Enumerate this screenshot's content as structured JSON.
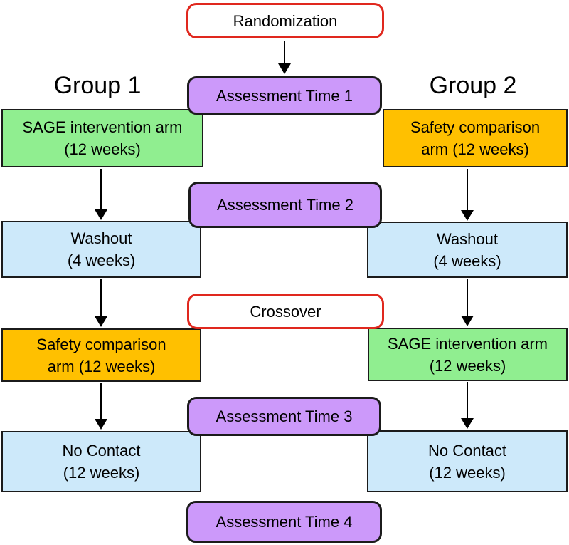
{
  "palette": {
    "assessment_fill": "#CC99FA",
    "intervention_fill": "#90EE90",
    "comparison_fill": "#FFC000",
    "rest_fill": "#CDE9FA",
    "milestone_border": "#E0281E",
    "box_border": "#1B1B1B",
    "text": "#000000",
    "background": "#FFFFFF"
  },
  "headers": {
    "group1": "Group 1",
    "group2": "Group 2"
  },
  "milestones": {
    "randomization": "Randomization",
    "crossover": "Crossover"
  },
  "assessments": {
    "time1": "Assessment Time 1",
    "time2": "Assessment Time 2",
    "time3": "Assessment Time 3",
    "time4": "Assessment Time 4"
  },
  "group1": {
    "phase1": {
      "line1": "SAGE intervention arm",
      "line2": "(12 weeks)"
    },
    "washout": {
      "line1": "Washout",
      "line2": "(4 weeks)"
    },
    "phase2": {
      "line1": "Safety comparison",
      "line2": "arm (12 weeks)"
    },
    "phase3": {
      "line1": "No Contact",
      "line2": "(12 weeks)"
    }
  },
  "group2": {
    "phase1": {
      "line1": "Safety comparison",
      "line2": "arm (12 weeks)"
    },
    "washout": {
      "line1": "Washout",
      "line2": "(4 weeks)"
    },
    "phase2": {
      "line1": "SAGE intervention arm",
      "line2": "(12 weeks)"
    },
    "phase3": {
      "line1": "No Contact",
      "line2": "(12 weeks)"
    }
  }
}
